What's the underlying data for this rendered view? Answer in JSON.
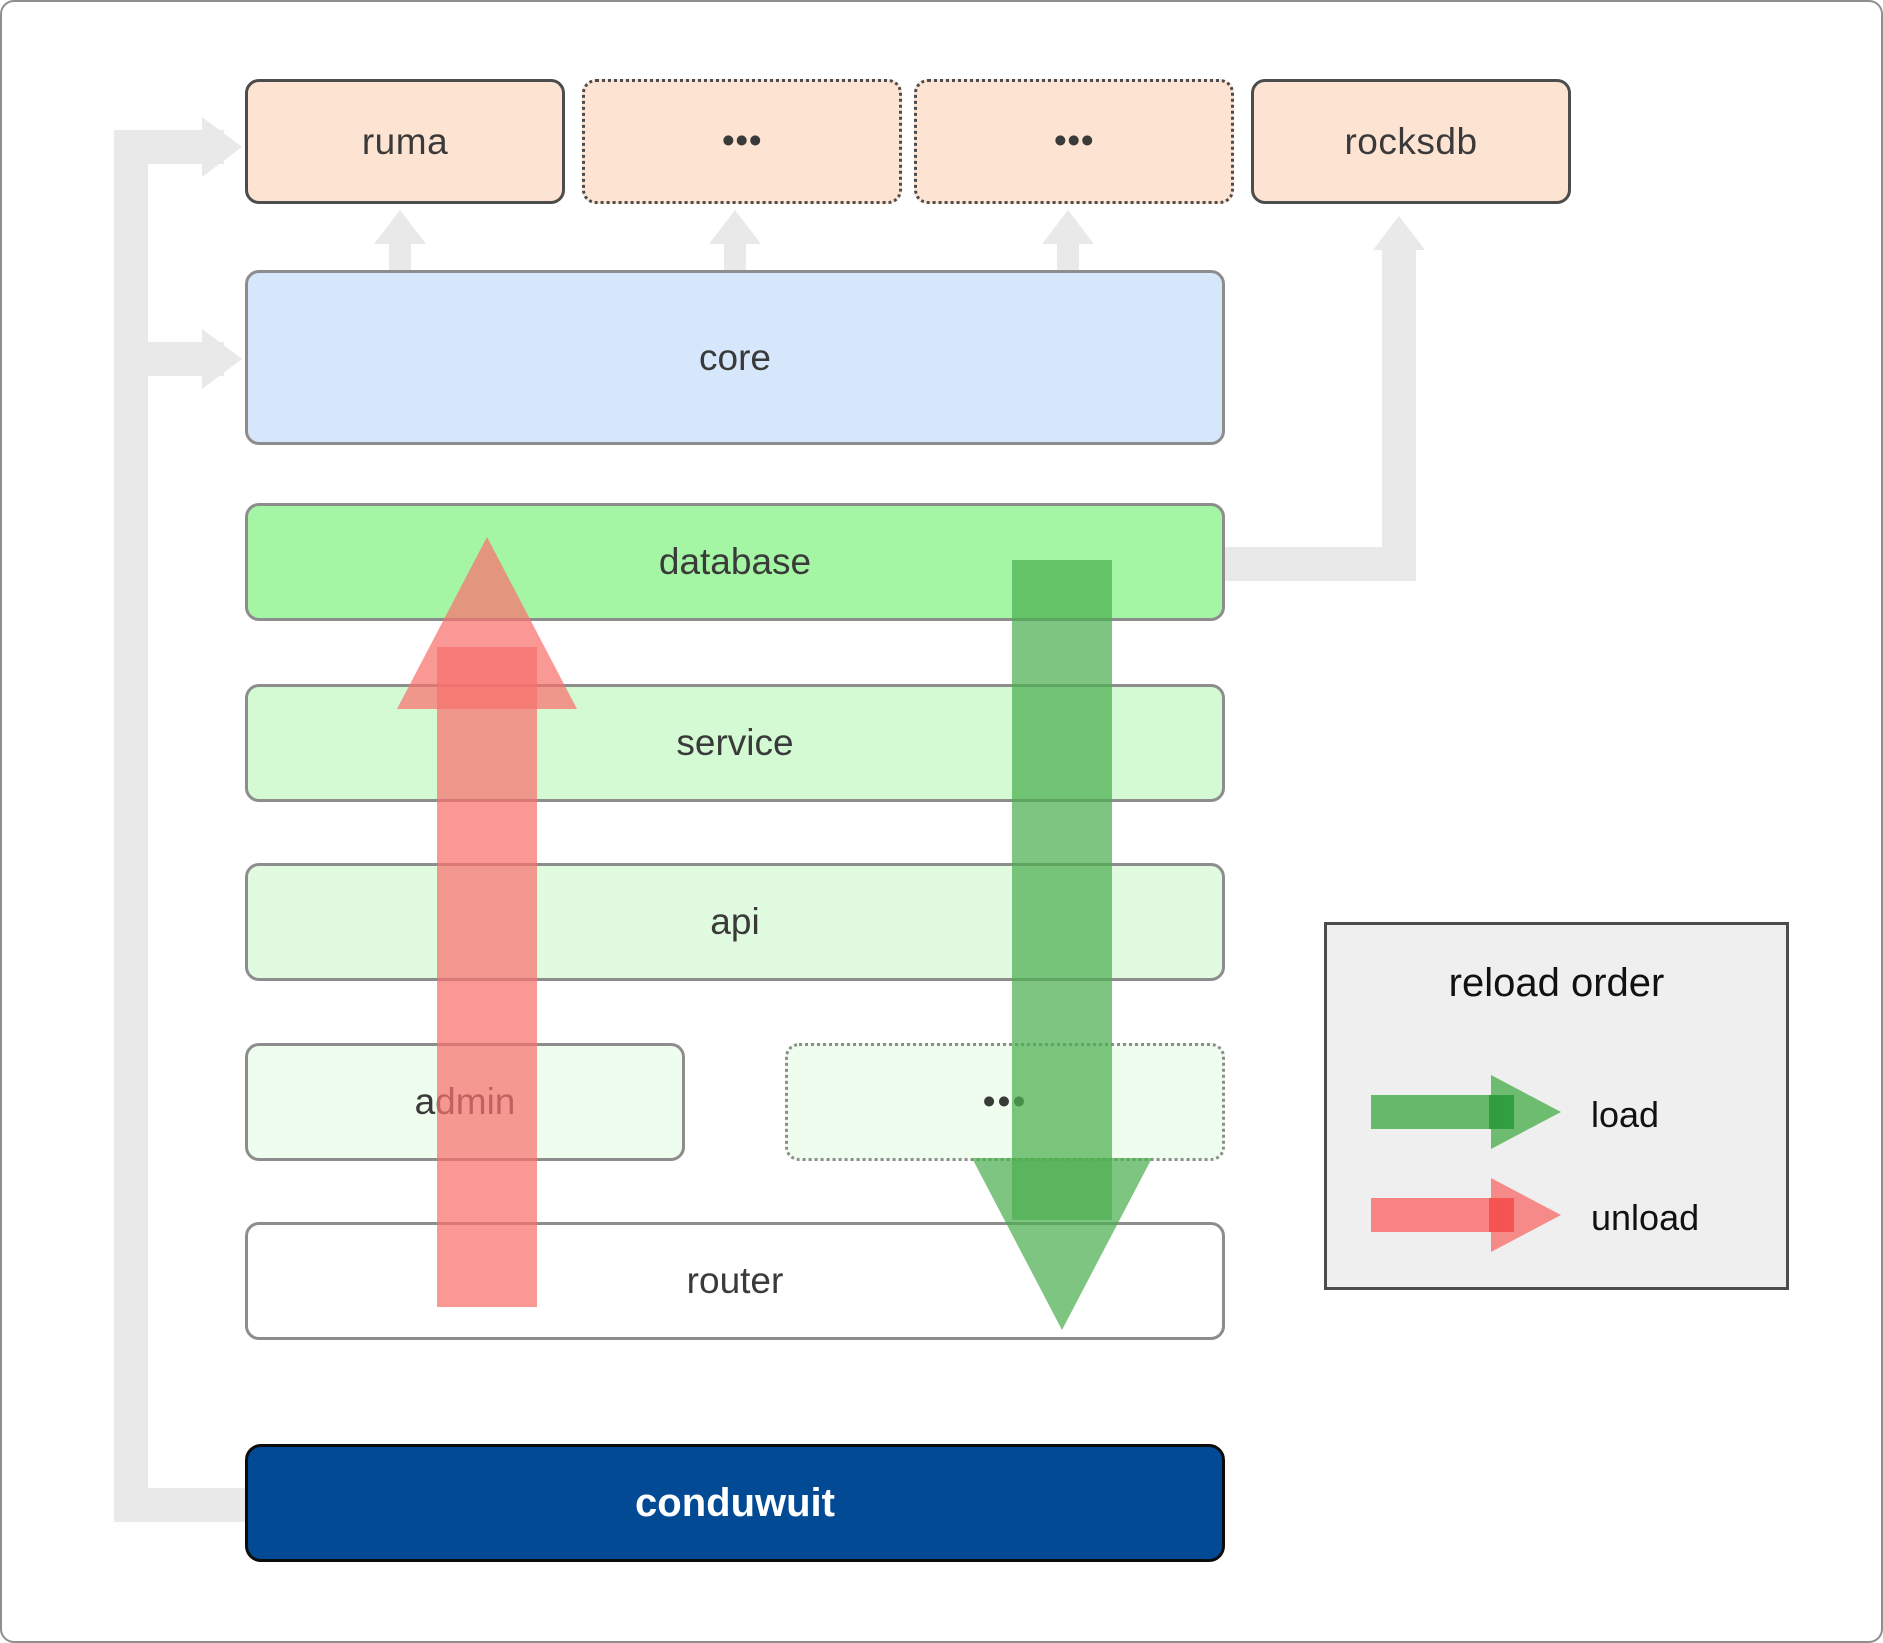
{
  "diagram": {
    "title": "conduwuit crate / reload order architecture",
    "colors": {
      "crate_fill": "#fde3d2",
      "crate_stroke": "#4c4c4c",
      "core_fill": "#d6e7fb",
      "database_fill": "#a4f6a4",
      "service_fill": "#d3fad3",
      "api_fill": "#e1fbe1",
      "admin_fill": "#eefdee",
      "router_fill": "#ffffff",
      "root_fill": "#034a94",
      "connector": "#e9e9e9",
      "load_arrow": "#4caf50",
      "unload_arrow": "#f8706e",
      "legend_fill": "#efefef"
    },
    "dependencies": {
      "label": "ellipsis",
      "glyph": "•••"
    },
    "crates": [
      {
        "id": "ruma",
        "label": "ruma",
        "style": "solid"
      },
      {
        "id": "dots1",
        "label": "•••",
        "style": "dotted"
      },
      {
        "id": "dots2",
        "label": "•••",
        "style": "dotted"
      },
      {
        "id": "rocksdb",
        "label": "rocksdb",
        "style": "solid"
      }
    ],
    "layers": [
      {
        "id": "core",
        "label": "core",
        "style": "solid"
      },
      {
        "id": "database",
        "label": "database",
        "style": "solid"
      },
      {
        "id": "service",
        "label": "service",
        "style": "solid"
      },
      {
        "id": "api",
        "label": "api",
        "style": "solid"
      },
      {
        "id": "admin",
        "label": "admin",
        "style": "solid"
      },
      {
        "id": "layerdots",
        "label": "•••",
        "style": "dotted"
      },
      {
        "id": "router",
        "label": "router",
        "style": "solid"
      }
    ],
    "root": {
      "id": "conduwuit",
      "label": "conduwuit"
    },
    "legend": {
      "title": "reload order",
      "entries": [
        {
          "id": "load",
          "label": "load",
          "color": "#4caf50",
          "direction": "down"
        },
        {
          "id": "unload",
          "label": "unload",
          "color": "#f8706e",
          "direction": "up"
        }
      ]
    }
  }
}
